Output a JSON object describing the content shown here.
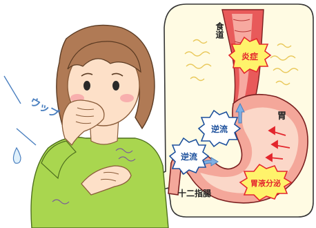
{
  "sound_effect": "ウップ",
  "labels": {
    "esophagus": "食道",
    "inflammation": "炎症",
    "stomach": "胃",
    "reflux_upper": "逆流",
    "reflux_lower": "逆流",
    "gastric_secretion": "胃液分泌",
    "duodenum": "十二指腸"
  },
  "colors": {
    "bubble_bg": "#fffbe3",
    "stomach_outer": "#f4a79a",
    "stomach_inner": "#fbd7c8",
    "esophagus": "#e85a5a",
    "hair": "#b07a55",
    "shirt": "#a9d64f",
    "skin": "#fde0c8",
    "red_accent": "#e3262d",
    "blue_arrow": "#7fb0e3"
  }
}
